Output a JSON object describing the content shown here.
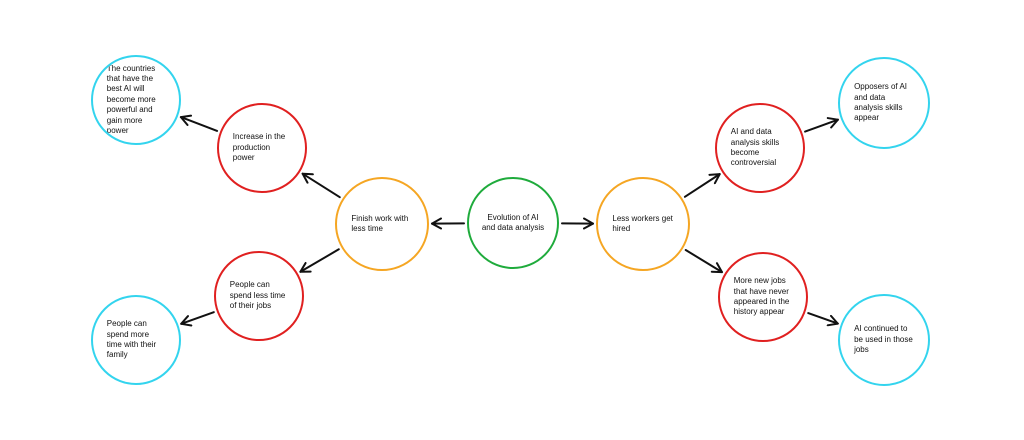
{
  "colors": {
    "center": "#1fab3c",
    "level1": "#f5a623",
    "level2": "#e02020",
    "level3": "#33d4ee",
    "arrow": "#111111"
  },
  "nodes": {
    "center": {
      "label": "Evolution of AI and data analysis"
    },
    "finish_work": {
      "label": "Finish work with less time"
    },
    "less_workers": {
      "label": "Less workers get hired"
    },
    "increase_production": {
      "label": "Increase in the production power"
    },
    "spend_less_time": {
      "label": "People can spend less time of their jobs"
    },
    "controversial": {
      "label": "AI and data analysis skills become controversial"
    },
    "new_jobs": {
      "label": "More new jobs that have never appeared in the history appear"
    },
    "countries_power": {
      "label": "The countries that have the best AI will become more powerful and gain more power"
    },
    "time_with_family": {
      "label": "People can spend more time with their family"
    },
    "opposers": {
      "label": "Opposers of AI and data analysis skills appear"
    },
    "ai_used_in_jobs": {
      "label": "AI continued to be used in those jobs"
    }
  },
  "edges": [
    {
      "from": "center",
      "to": "finish_work"
    },
    {
      "from": "center",
      "to": "less_workers"
    },
    {
      "from": "finish_work",
      "to": "increase_production"
    },
    {
      "from": "finish_work",
      "to": "spend_less_time"
    },
    {
      "from": "less_workers",
      "to": "controversial"
    },
    {
      "from": "less_workers",
      "to": "new_jobs"
    },
    {
      "from": "increase_production",
      "to": "countries_power"
    },
    {
      "from": "spend_less_time",
      "to": "time_with_family"
    },
    {
      "from": "controversial",
      "to": "opposers"
    },
    {
      "from": "new_jobs",
      "to": "ai_used_in_jobs"
    }
  ]
}
